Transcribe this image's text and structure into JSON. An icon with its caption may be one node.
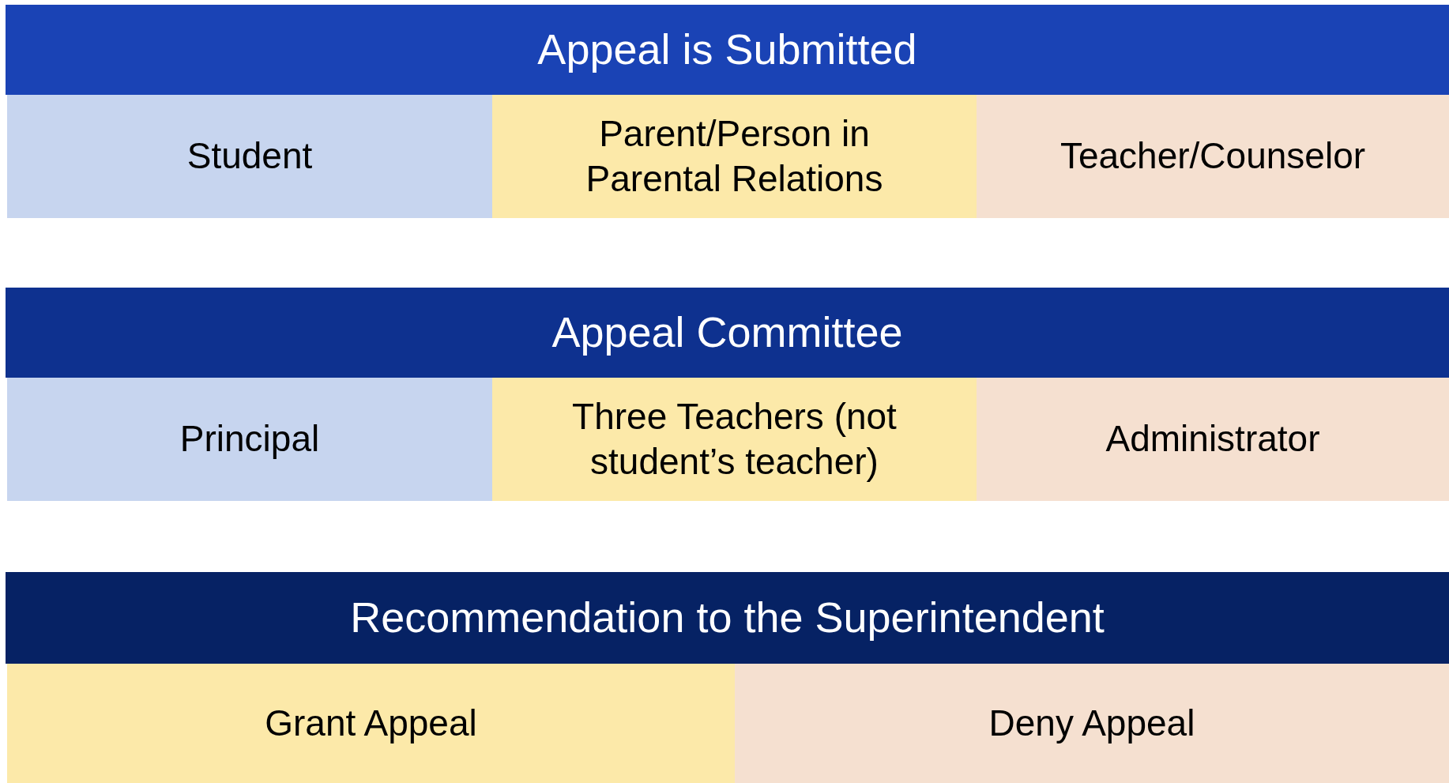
{
  "diagram": {
    "nodes": [
      {
        "text": [
          "Appeal is Submitted"
        ]
      },
      {
        "text": [
          "Student"
        ]
      },
      {
        "text": [
          "Parent/Person in Parental Relations"
        ]
      },
      {
        "text": [
          "Teacher/Counselor"
        ]
      },
      {
        "text": [
          "Appeal Committee"
        ]
      },
      {
        "text": [
          "Principal"
        ]
      },
      {
        "text": [
          "Three Teachers (not student’s teacher)"
        ]
      },
      {
        "text": [
          "Administrator"
        ]
      },
      {
        "text": [
          "Recommendation to the Superintendent"
        ]
      },
      {
        "text": [
          "Grant Appeal"
        ]
      },
      {
        "text": [
          "Deny Appeal"
        ]
      }
    ]
  }
}
